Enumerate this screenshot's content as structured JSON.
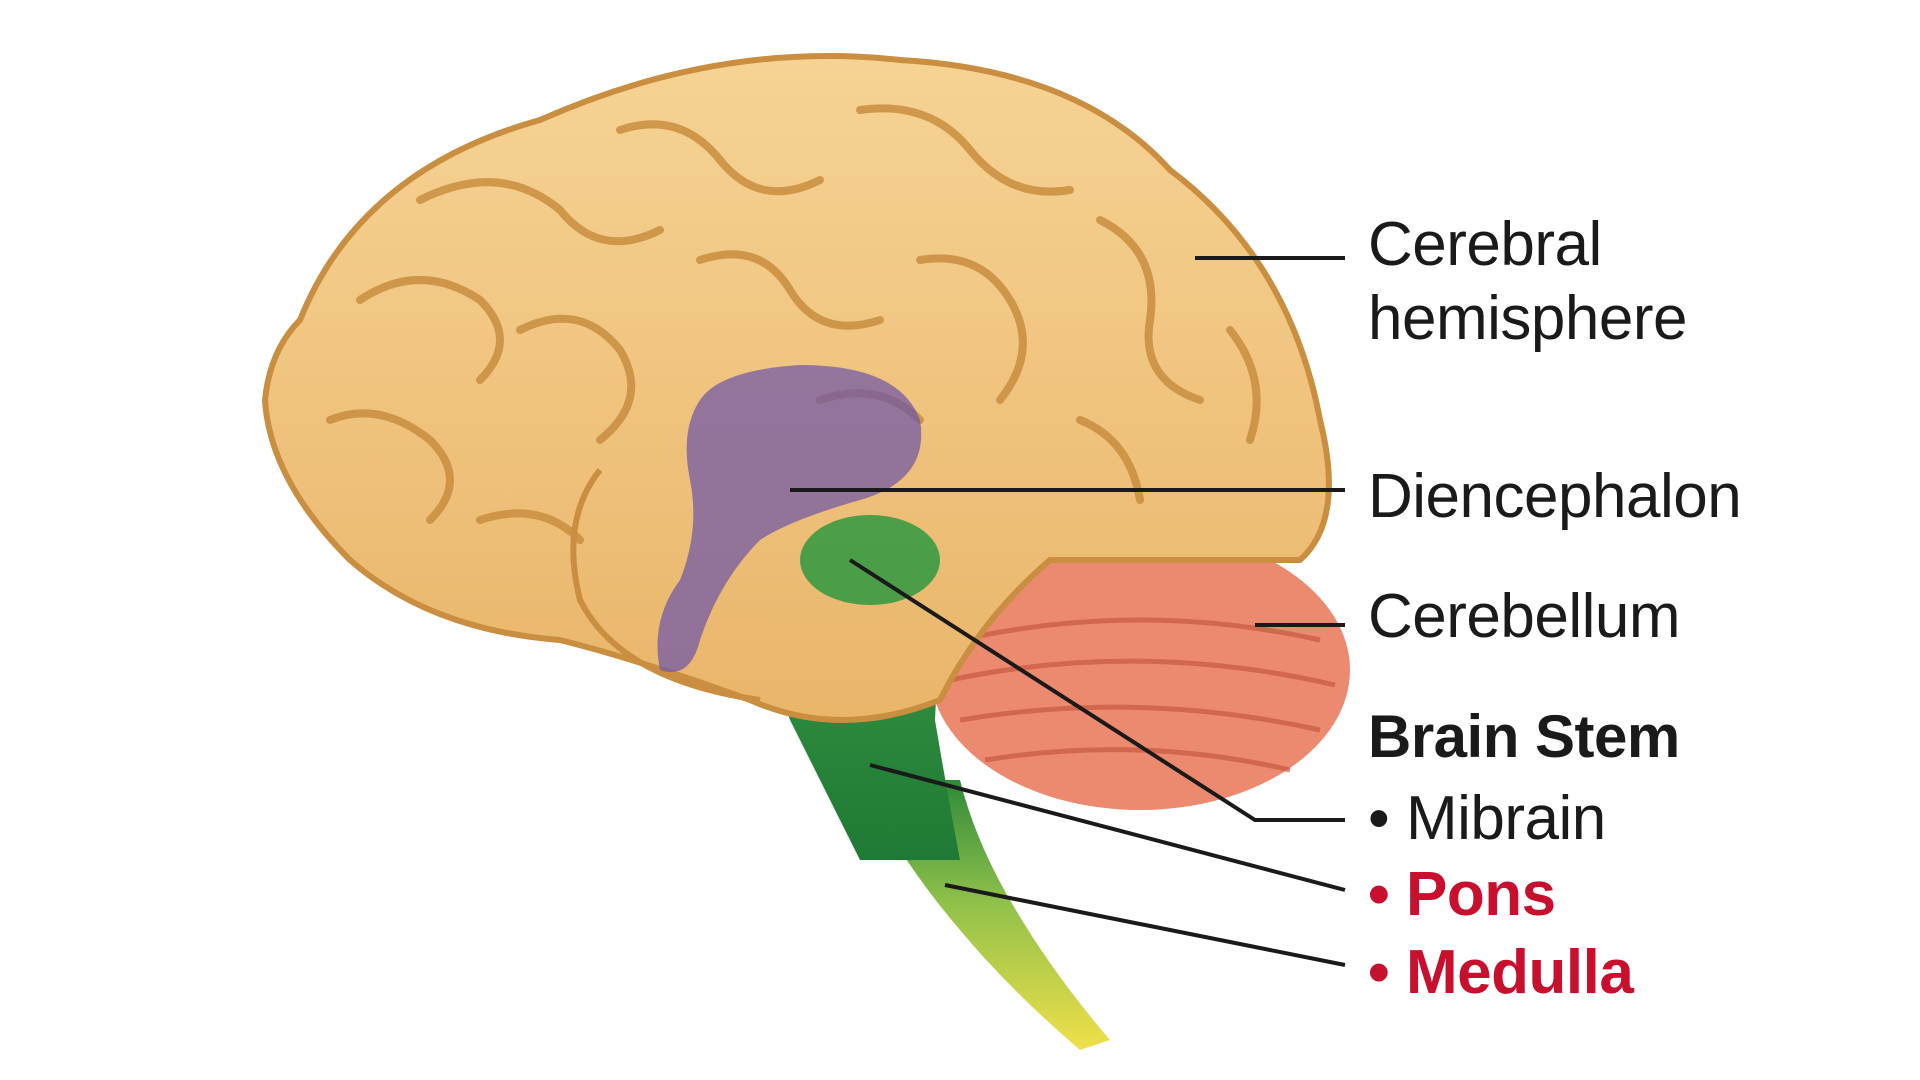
{
  "labels": {
    "cerebral_line1": "Cerebral",
    "cerebral_line2": "hemisphere",
    "diencephalon": "Diencephalon",
    "cerebellum": "Cerebellum",
    "brain_stem_heading": "Brain Stem",
    "midbrain": "Mibrain",
    "pons": "Pons",
    "medulla": "Medulla",
    "bullet": "•"
  },
  "colors": {
    "cerebrum": "#f0c27a",
    "cerebrum_shadow": "#c98e3f",
    "diencephalon": "#7a63a8",
    "cerebellum": "#ec8a70",
    "brain_stem": "#2e8a3a",
    "spinal_cord": "#e8d83a",
    "accent_text": "#c8102e",
    "leader_line": "#1a1a1a"
  }
}
